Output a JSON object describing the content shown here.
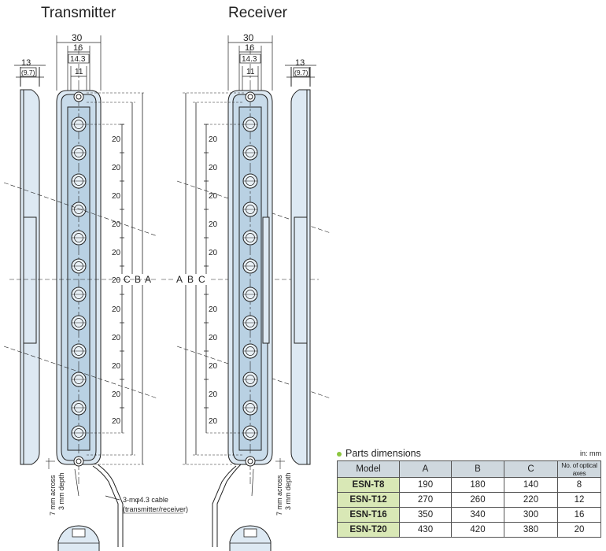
{
  "titles": {
    "transmitter": "Transmitter",
    "receiver": "Receiver"
  },
  "dimensions": {
    "width_outer": "30",
    "width_16": "16",
    "width_14_3": "14.3",
    "width_11": "11",
    "side_13": "13",
    "side_9_7": "(9.7)",
    "pitch": "20",
    "label_a": "A",
    "label_b": "B",
    "label_c": "C"
  },
  "notes": {
    "across_line1": "7 mm across",
    "across_line2": "3 mm depth",
    "cable_line1": "3-mφ4.3 cable",
    "cable_line2": "(transmitter/receiver)"
  },
  "parts": {
    "title": "Parts dimensions",
    "unit": "in: mm",
    "columns": [
      "Model",
      "A",
      "B",
      "C",
      "No. of optical axes"
    ],
    "rows": [
      [
        "ESN-T8",
        "190",
        "180",
        "140",
        "8"
      ],
      [
        "ESN-T12",
        "270",
        "260",
        "220",
        "12"
      ],
      [
        "ESN-T16",
        "350",
        "340",
        "300",
        "16"
      ],
      [
        "ESN-T20",
        "430",
        "420",
        "380",
        "20"
      ]
    ]
  }
}
